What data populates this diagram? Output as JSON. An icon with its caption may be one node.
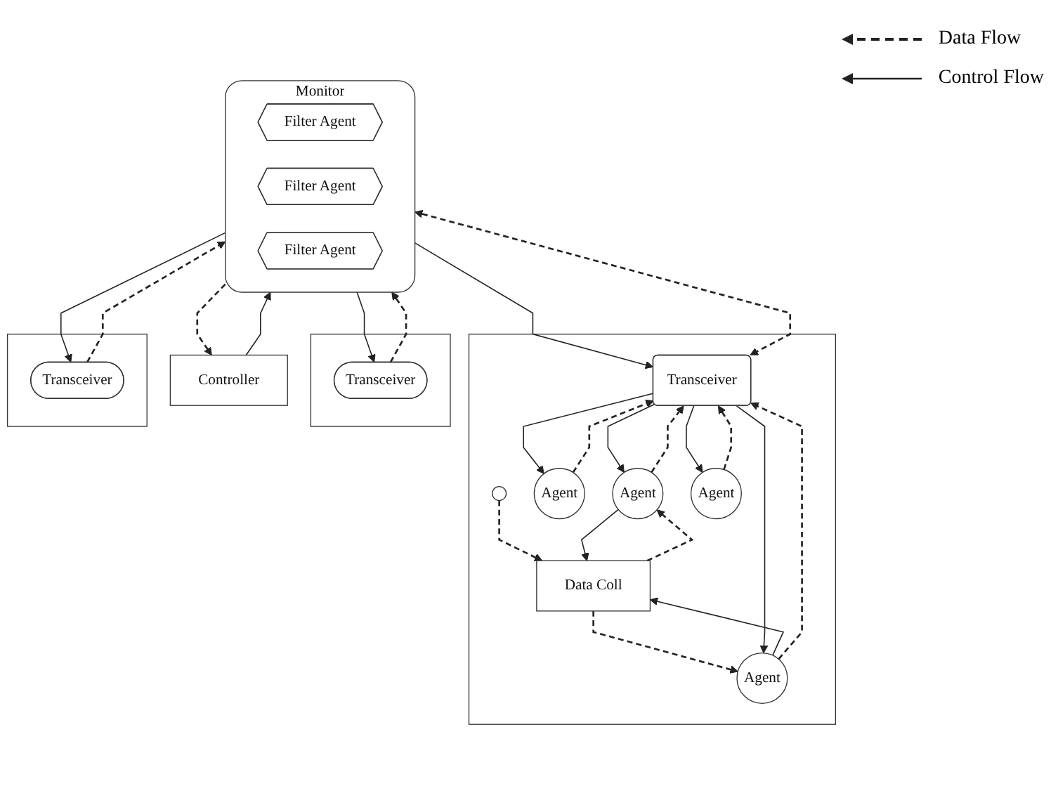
{
  "diagram": {
    "nodes": [
      {
        "text": [],
        "shape": "box"
      },
      {
        "text": [],
        "shape": "ellipse",
        "in": 0
      },
      {
        "text": [
          "Data Coll"
        ],
        "in": 0
      },
      {
        "text": [
          "Agent"
        ],
        "in": 0
      },
      {
        "text": [
          "Agent"
        ],
        "in": 0
      },
      {
        "text": [
          "Agent"
        ],
        "in": 0
      },
      {
        "text": [
          "Agent"
        ],
        "in": 0
      },
      {
        "text": [
          "Transceiver"
        ],
        "in": 0
      },
      {
        "text": [],
        "shape": "box"
      },
      {
        "text": [
          "Transceiver"
        ],
        "in": 8
      },
      {
        "text": [
          "Monitor"
        ]
      },
      {
        "text": [
          "Filter Agent"
        ],
        "in": 10
      },
      {
        "text": [
          "Filter Agent"
        ],
        "in": 10
      },
      {
        "text": [
          "Filter Agent"
        ],
        "in": 10
      },
      {
        "text": [],
        "shape": "box"
      },
      {
        "text": [
          "Transceiver"
        ],
        "in": 14
      },
      {
        "text": [
          "Controller"
        ]
      }
    ],
    "edges": [
      {
        "from": 1,
        "to": 2,
        "arrow": "to",
        "style": "dashed"
      },
      {
        "from": 2,
        "to": 4,
        "arrow": "to",
        "style": "dashed"
      },
      {
        "from": 4,
        "to": 2,
        "arrow": "to"
      },
      {
        "from": 6,
        "to": 2,
        "arrow": "to"
      },
      {
        "from": 2,
        "to": 6,
        "arrow": "to",
        "style": "dashed"
      },
      {
        "from": 7,
        "to": 3,
        "arrow": "to"
      },
      {
        "from": 3,
        "to": 7,
        "arrow": "to",
        "style": "dashed"
      },
      {
        "from": 7,
        "to": 4,
        "arrow": "to"
      },
      {
        "from": 4,
        "to": 7,
        "arrow": "to",
        "style": "dashed"
      },
      {
        "from": 7,
        "to": 5,
        "arrow": "to"
      },
      {
        "from": 5,
        "to": 7,
        "arrow": "to",
        "style": "dashed"
      },
      {
        "from": 7,
        "to": 6,
        "arrow": "to"
      },
      {
        "from": 6,
        "to": 7,
        "arrow": "to",
        "style": "dashed"
      },
      {
        "from": 10,
        "to": 7,
        "arrow": "to"
      },
      {
        "from": 7,
        "to": 10,
        "arrow": "both",
        "style": "dashed"
      },
      {
        "from": 10,
        "to": 9,
        "arrow": "to"
      },
      {
        "from": 9,
        "to": 10,
        "arrow": "to",
        "style": "dashed"
      },
      {
        "from": 10,
        "to": 15,
        "arrow": "to"
      },
      {
        "from": 15,
        "to": 10,
        "arrow": "to",
        "style": "dashed"
      },
      {
        "from": 16,
        "to": 10,
        "arrow": "to"
      },
      {
        "from": 10,
        "to": 16,
        "arrow": "to",
        "style": "dashed"
      }
    ],
    "legend": [
      {
        "text": "Data Flow"
      },
      {
        "text": "Control Flow"
      }
    ]
  }
}
